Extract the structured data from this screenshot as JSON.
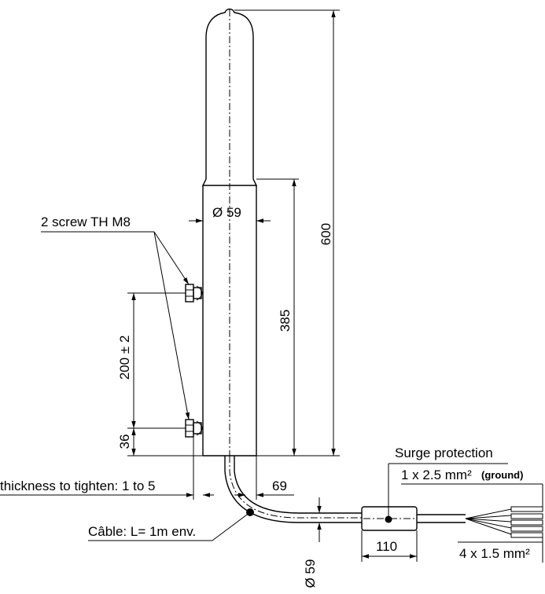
{
  "labels": {
    "screw": "2 screw TH M8",
    "diam_top": "Ø 59",
    "height_total": "600",
    "height_lower": "385",
    "screw_spacing": "200 ± 2",
    "bottom_offset": "36",
    "thickness": "thickness to tighten: 1 to 5",
    "offset_69": "69",
    "cable": "Câble: L= 1m env.",
    "surge": "Surge protection",
    "ground_wire": "1 x 2.5 mm²",
    "ground_note": "(ground)",
    "wires": "4 x 1.5 mm²",
    "diam_bottom": "Ø 59",
    "length_110": "110"
  }
}
